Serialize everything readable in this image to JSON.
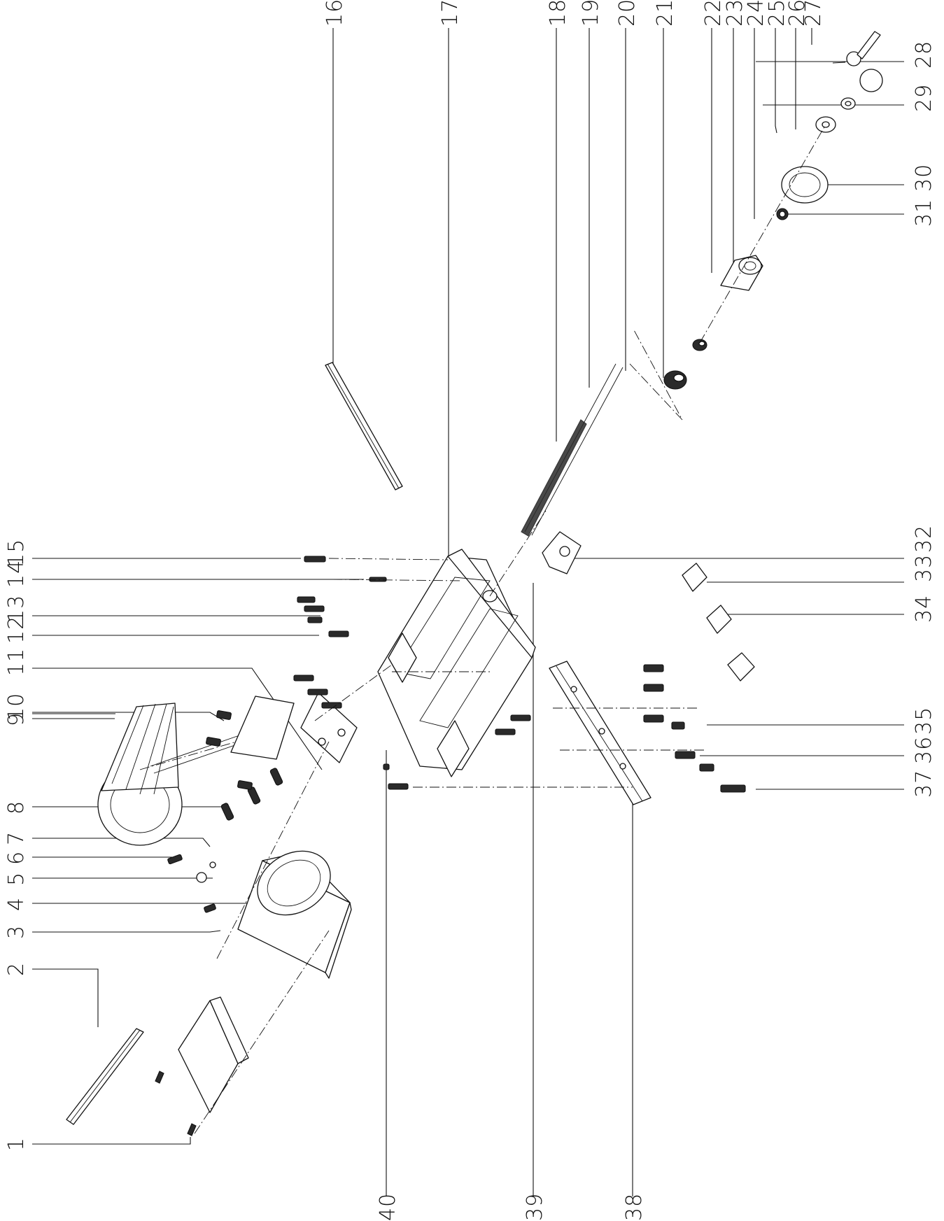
{
  "diagram": {
    "part_numbers": [
      "1",
      "2",
      "3",
      "4",
      "5",
      "6",
      "7",
      "8",
      "9",
      "10",
      "11",
      "12",
      "13",
      "14",
      "15",
      "16",
      "17",
      "18",
      "19",
      "20",
      "21",
      "22",
      "23",
      "24",
      "25",
      "26",
      "27",
      "28",
      "29",
      "30",
      "31",
      "32",
      "33",
      "34",
      "35",
      "36",
      "37",
      "38",
      "39",
      "40"
    ]
  }
}
